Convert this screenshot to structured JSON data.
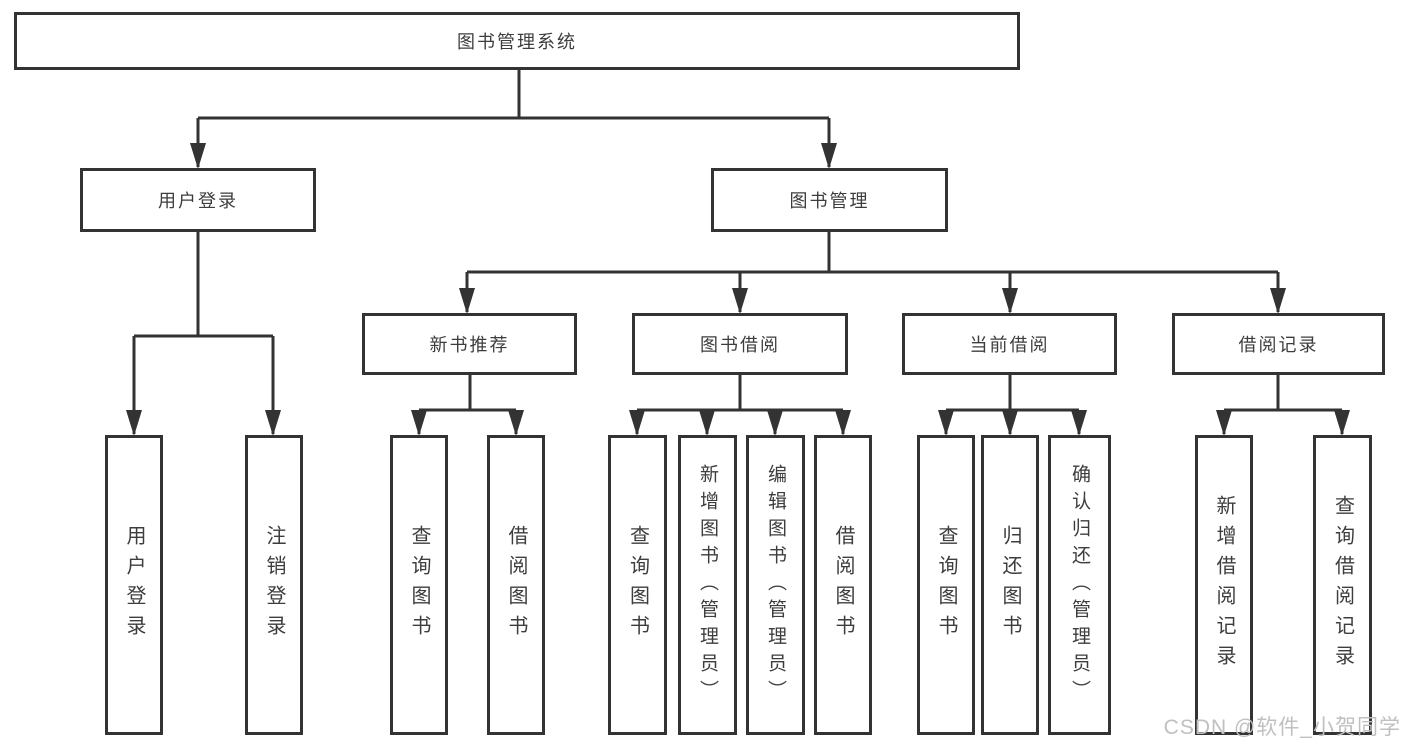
{
  "tree": {
    "root": {
      "label": "图书管理系统",
      "children": [
        {
          "label": "用户登录",
          "children": [
            {
              "label": "用户登录"
            },
            {
              "label": "注销登录"
            }
          ]
        },
        {
          "label": "图书管理",
          "children": [
            {
              "label": "新书推荐",
              "children": [
                {
                  "label": "查询图书"
                },
                {
                  "label": "借阅图书"
                }
              ]
            },
            {
              "label": "图书借阅",
              "children": [
                {
                  "label": "查询图书"
                },
                {
                  "label": "新增图书（管理员）"
                },
                {
                  "label": "编辑图书（管理员）"
                },
                {
                  "label": "借阅图书"
                }
              ]
            },
            {
              "label": "当前借阅",
              "children": [
                {
                  "label": "查询图书"
                },
                {
                  "label": "归还图书"
                },
                {
                  "label": "确认归还（管理员）"
                }
              ]
            },
            {
              "label": "借阅记录",
              "children": [
                {
                  "label": "新增借阅记录"
                },
                {
                  "label": "查询借阅记录"
                }
              ]
            }
          ]
        }
      ]
    }
  },
  "watermark": "CSDN @软件_小贺同学",
  "colors": {
    "line": "#333333",
    "text": "#3d3d3d",
    "watermark": "#c0c0c0",
    "background": "#ffffff"
  }
}
